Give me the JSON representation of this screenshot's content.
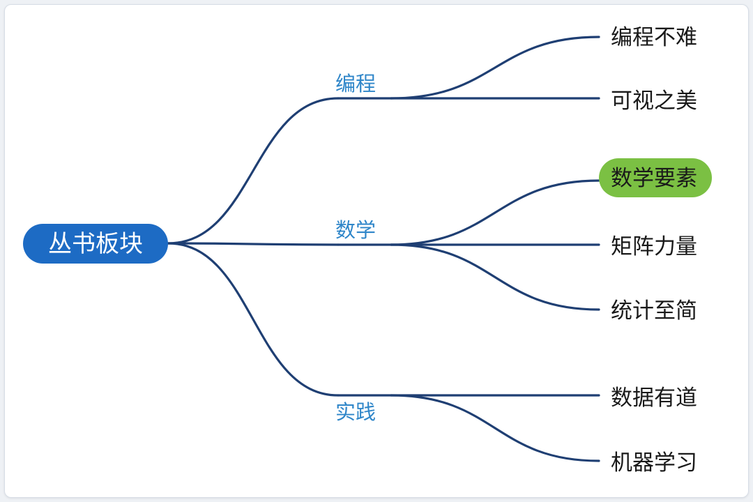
{
  "colors": {
    "edge": "#1f3f73",
    "root_fill": "#1d6bc4",
    "branch_text": "#2f86c9",
    "highlight_fill": "#7bc043",
    "text": "#1a1a1a"
  },
  "root": {
    "label": "丛书板块"
  },
  "branches": [
    {
      "label": "编程",
      "children": [
        {
          "label": "编程不难",
          "highlighted": false
        },
        {
          "label": "可视之美",
          "highlighted": false
        }
      ]
    },
    {
      "label": "数学",
      "children": [
        {
          "label": "数学要素",
          "highlighted": true
        },
        {
          "label": "矩阵力量",
          "highlighted": false
        },
        {
          "label": "统计至简",
          "highlighted": false
        }
      ]
    },
    {
      "label": "实践",
      "children": [
        {
          "label": "数据有道",
          "highlighted": false
        },
        {
          "label": "机器学习",
          "highlighted": false
        }
      ]
    }
  ]
}
